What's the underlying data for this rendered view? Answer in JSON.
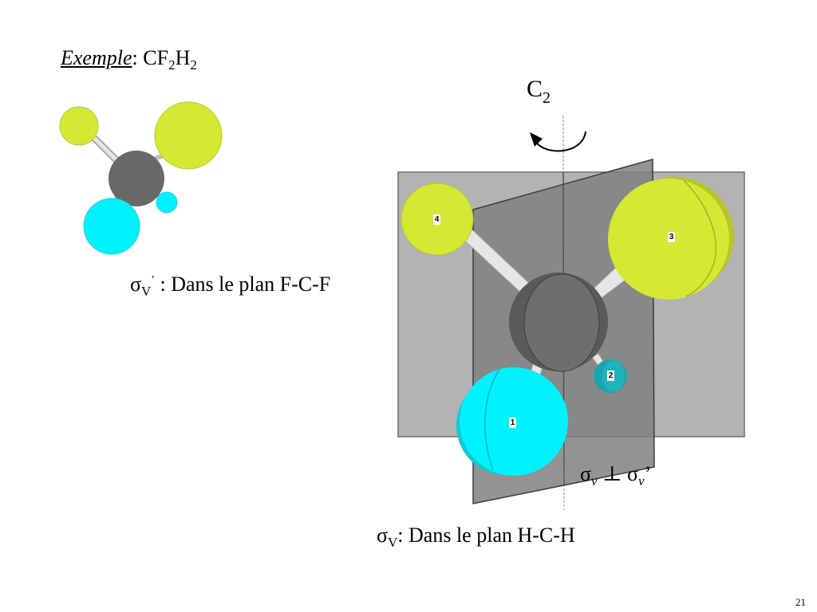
{
  "slide": {
    "title": {
      "prefix": "Exemple",
      "colon": ": ",
      "formula": [
        "CF",
        "2",
        "H",
        "2"
      ]
    },
    "axis_label": {
      "letter": "C",
      "sub": "2"
    },
    "sigma_v_prime": {
      "sigma": "σ",
      "sub": "V",
      "sup": "’",
      "text": " : Dans le plan F-C-F"
    },
    "sigma_v": {
      "sigma": "σ",
      "sub": "V",
      "text": ": Dans le plan H-C-H"
    },
    "perpendicular": {
      "s1": "σ",
      "v1": "v",
      "perp": " ⊥ ",
      "s2": "σ",
      "v2": "v",
      "prime": "’"
    },
    "atom_labels": [
      "4",
      "3",
      "2",
      "1"
    ],
    "page_number": "21"
  },
  "colors": {
    "fluorine": "#d4e834",
    "hydrogen": "#00f2fe",
    "carbon": "#666666",
    "back_plane": "#b3b3b3",
    "front_plane": "#808080"
  }
}
